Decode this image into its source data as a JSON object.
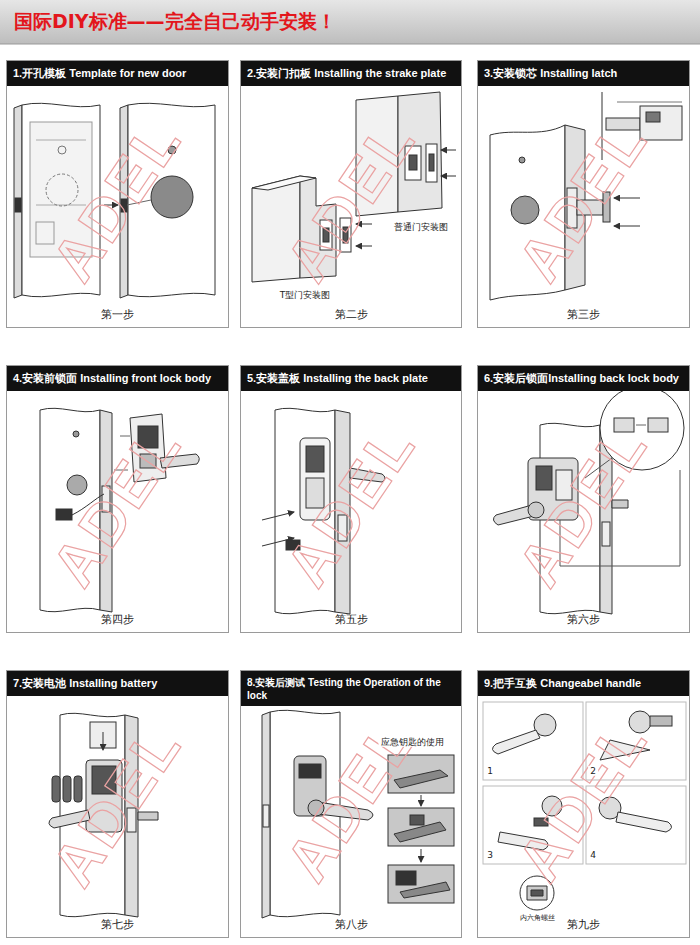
{
  "diagram": {
    "title": "国际DIY标准——完全自己动手安装！",
    "nodes": [
      {
        "text": [
          "1.开孔模板 Template for new door",
          "第一步"
        ]
      },
      {
        "text": [
          "2.安装门扣板 Installing the strake plate",
          "第二步"
        ]
      },
      {
        "text": [
          "3.安装锁芯 Installing latch",
          "第三步"
        ]
      },
      {
        "text": [
          "4.安装前锁面 Installing front lock body",
          "第四步"
        ]
      },
      {
        "text": [
          "5.安装盖板 Installing the back plate",
          "第五步"
        ]
      },
      {
        "text": [
          "6.安装后锁面Installing back lock body",
          "第六步"
        ]
      },
      {
        "text": [
          "7.安装电池 Installing battery",
          "第七步"
        ]
      },
      {
        "text": [
          "8.安装后测试 Testing the Operation of the lock",
          "第八步"
        ]
      },
      {
        "text": [
          "9.把手互换 Changeabel handle",
          "第九步"
        ]
      }
    ],
    "labels": [
      "普通门安装图",
      "T型门安装图",
      "应急钥匙的使用",
      "1",
      "2",
      "3",
      "4",
      "内六角螺丝",
      "ADEL",
      "ADEL",
      "ADEL",
      "ADEL",
      "ADEL",
      "ADEL",
      "ADEL",
      "ADEL",
      "ADEL"
    ]
  }
}
